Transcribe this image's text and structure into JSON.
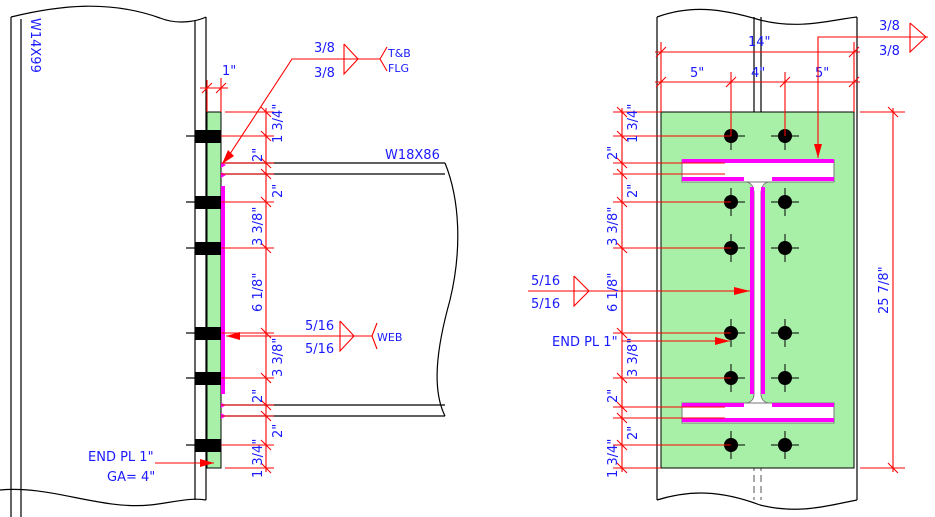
{
  "colors": {
    "dimension": "#ff0000",
    "text": "#1a1aff",
    "plate": "#a8f0a8",
    "weld": "#ff00ff",
    "member": "#000000"
  },
  "side_view": {
    "column_label": "W14X99",
    "beam_label": "W18X86",
    "plate_thickness": "1\"",
    "flange_weld": {
      "top": "3/8",
      "bottom": "3/8",
      "tail_line1": "T&B",
      "tail_line2": "FLG"
    },
    "web_weld": {
      "top": "5/16",
      "bottom": "5/16",
      "tail": "WEB"
    },
    "end_plate_note": {
      "line1": "END PL 1\"",
      "line2": "GA= 4\""
    },
    "vertical_dims": [
      "1 3/4\"",
      "2\"",
      "2\"",
      "3 3/8\"",
      "6 1/8\"",
      "3 3/8\"",
      "2\"",
      "2\"",
      "1 3/4\""
    ]
  },
  "front_view": {
    "overall_width": "14\"",
    "edge_left": "5\"",
    "gage": "4\"",
    "edge_right": "5\"",
    "overall_height": "25 7/8\"",
    "flange_weld": {
      "top": "3/8",
      "bottom": "3/8"
    },
    "web_weld": {
      "top": "5/16",
      "bottom": "5/16"
    },
    "end_plate_note": "END PL 1\"",
    "vertical_dims": [
      "1 3/4\"",
      "2\"",
      "2\"",
      "3 3/8\"",
      "6 1/8\"",
      "3 3/8\"",
      "2\"",
      "2\"",
      "1 3/4\""
    ]
  }
}
